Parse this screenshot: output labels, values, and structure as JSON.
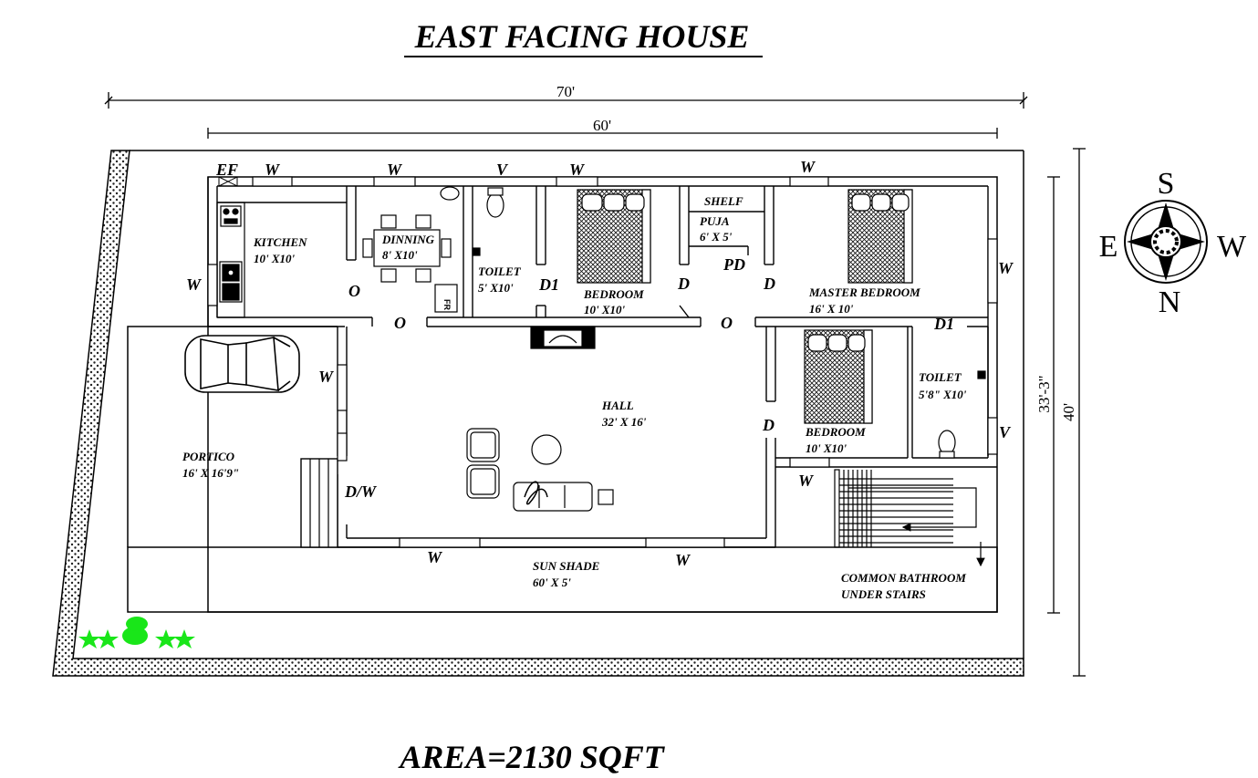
{
  "title": "EAST FACING HOUSE",
  "area": "AREA=2130 SQFT",
  "dimensions": {
    "overall_width": "70'",
    "house_width": "60'",
    "house_depth": "33'-3\"",
    "overall_depth": "40'"
  },
  "compass": {
    "top": "S",
    "bottom": "N",
    "left": "E",
    "right": "W"
  },
  "rooms": {
    "kitchen": {
      "name": "KITCHEN",
      "size": "10' X10'"
    },
    "dinning": {
      "name": "DINNING",
      "size": "8' X10'"
    },
    "toilet1": {
      "name": "TOILET",
      "size": "5' X10'"
    },
    "bedroom1": {
      "name": "BEDROOM",
      "size": "10' X10'"
    },
    "shelf": {
      "name": "SHELF"
    },
    "puja": {
      "name": "PUJA",
      "size": "6' X 5'"
    },
    "master": {
      "name": "MASTER BEDROOM",
      "size": "16' X 10'"
    },
    "hall": {
      "name": "HALL",
      "size": "32' X 16'"
    },
    "bedroom2": {
      "name": "BEDROOM",
      "size": "10' X10'"
    },
    "toilet2": {
      "name": "TOILET",
      "size": "5'8\" X10'"
    },
    "portico": {
      "name": "PORTICO",
      "size": "16' X 16'9\""
    },
    "sunshade": {
      "name": "SUN SHADE",
      "size": "60' X 5'"
    },
    "common_bath_1": "COMMON BATHROOM",
    "common_bath_2": "UNDER STAIRS",
    "fridge": "FR"
  },
  "marks": {
    "ef": "EF",
    "w": "W",
    "v": "V",
    "d": "D",
    "d1": "D1",
    "o": "O",
    "pd": "PD",
    "dw": "D/W"
  }
}
